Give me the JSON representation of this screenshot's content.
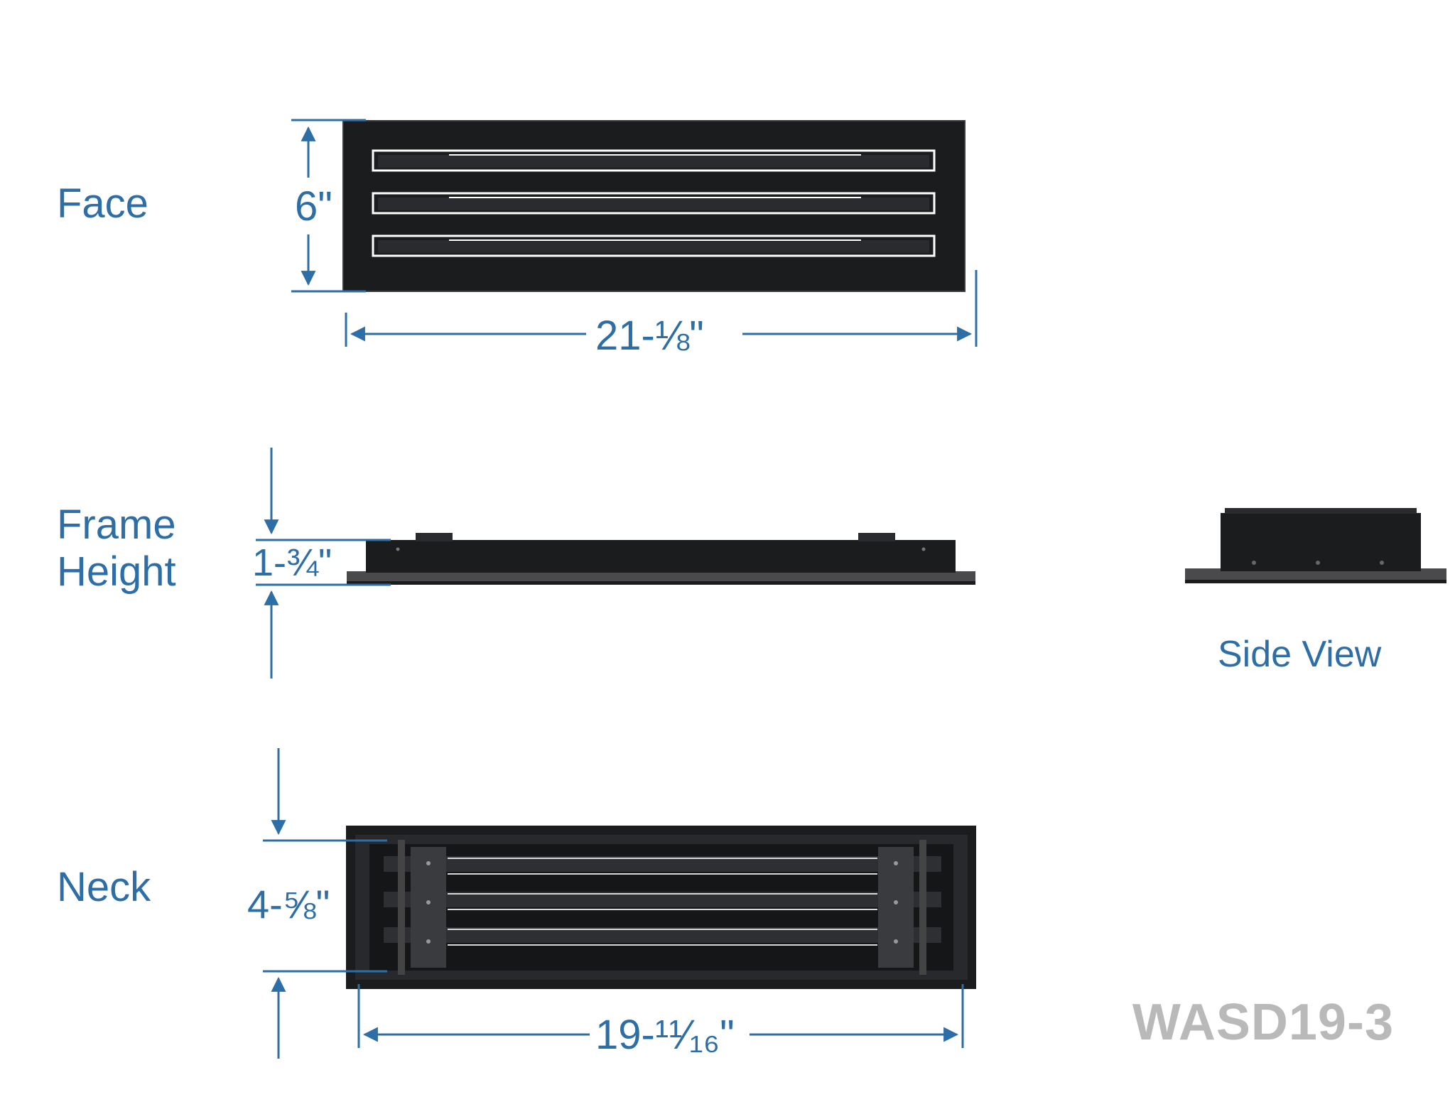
{
  "labels": {
    "face": "Face",
    "frame_height_line1": "Frame",
    "frame_height_line2": "Height",
    "neck": "Neck",
    "side_view": "Side View"
  },
  "dimensions": {
    "face_height": "6\"",
    "face_width": "21-⅛\"",
    "frame_height": "1-¾\"",
    "neck_height": "4-⅝\"",
    "neck_width": "19-¹¹⁄₁₆\""
  },
  "model": "WASD19-3",
  "colors": {
    "dimension_blue": "#2e6ea6",
    "grille_black": "#1b1c1e",
    "model_gray": "#b9b9b9"
  }
}
